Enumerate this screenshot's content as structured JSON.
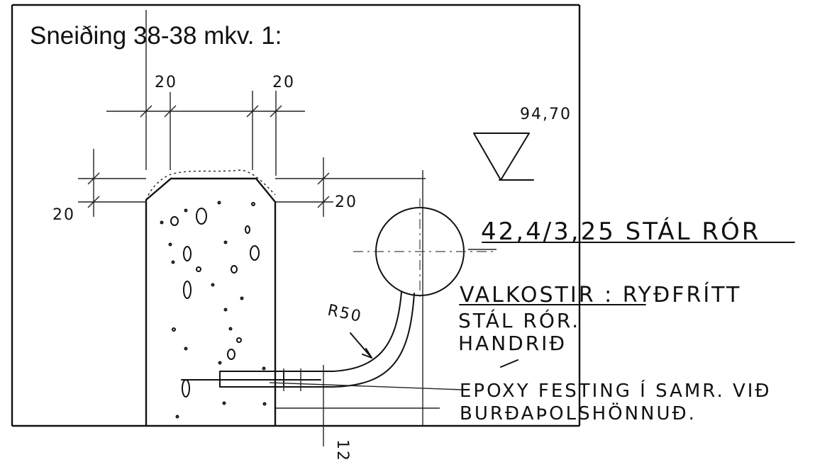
{
  "title": "Sneiðing 38-38 mkv. 1:",
  "dimensions": {
    "top_left": "20",
    "top_right": "20",
    "left_side": "20",
    "right_side": "20",
    "bottom": "12"
  },
  "level": "94,70",
  "radius_label": "R50",
  "pipe_label": "42,4/3,25 STÁL RÓR",
  "alternative_note": {
    "line1": "VALKOSTIR : RYÐFRÍTT",
    "line2": "STÁL RÓR.",
    "line3": "HANDRIÐ"
  },
  "epoxy_note": {
    "line1": "EPOXY FESTING Í SAMR. VIÐ",
    "line2": "BURÐAÞOLSHÖNNUÐ."
  }
}
